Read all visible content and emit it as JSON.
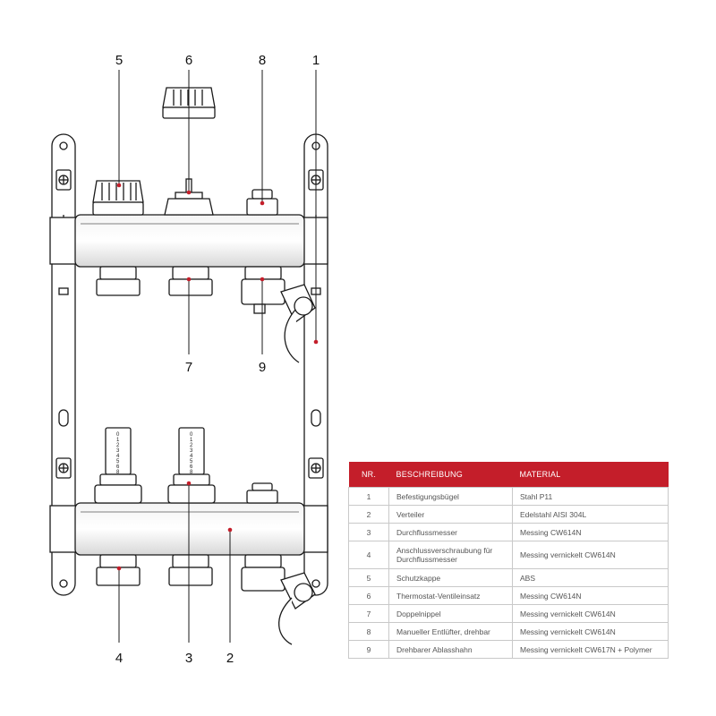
{
  "callouts": {
    "c1": "1",
    "c2": "2",
    "c3": "3",
    "c4": "4",
    "c5": "5",
    "c6": "6",
    "c7": "7",
    "c8": "8",
    "c9": "9"
  },
  "flowmeter_scale": [
    "0",
    "1",
    "2",
    "3",
    "4",
    "5",
    "6",
    "8"
  ],
  "colors": {
    "accent": "#c41e2a",
    "line": "#1a1a1a"
  },
  "table": {
    "headers": {
      "nr": "NR.",
      "description": "BESCHREIBUNG",
      "material": "MATERIAL"
    },
    "rows": [
      {
        "nr": "1",
        "description": "Befestigungsbügel",
        "material": "Stahl P11"
      },
      {
        "nr": "2",
        "description": "Verteiler",
        "material": "Edelstahl AISI 304L"
      },
      {
        "nr": "3",
        "description": "Durchflussmesser",
        "material": "Messing CW614N"
      },
      {
        "nr": "4",
        "description": "Anschlussverschraubung für Durchflussmesser",
        "material": "Messing vernickelt CW614N"
      },
      {
        "nr": "5",
        "description": "Schutzkappe",
        "material": "ABS"
      },
      {
        "nr": "6",
        "description": "Thermostat-Ventileinsatz",
        "material": "Messing CW614N"
      },
      {
        "nr": "7",
        "description": "Doppelnippel",
        "material": "Messing vernickelt CW614N"
      },
      {
        "nr": "8",
        "description": "Manueller Entlüfter, drehbar",
        "material": "Messing vernickelt CW614N"
      },
      {
        "nr": "9",
        "description": "Drehbarer Ablasshahn",
        "material": "Messing vernickelt CW617N + Polymer"
      }
    ]
  }
}
